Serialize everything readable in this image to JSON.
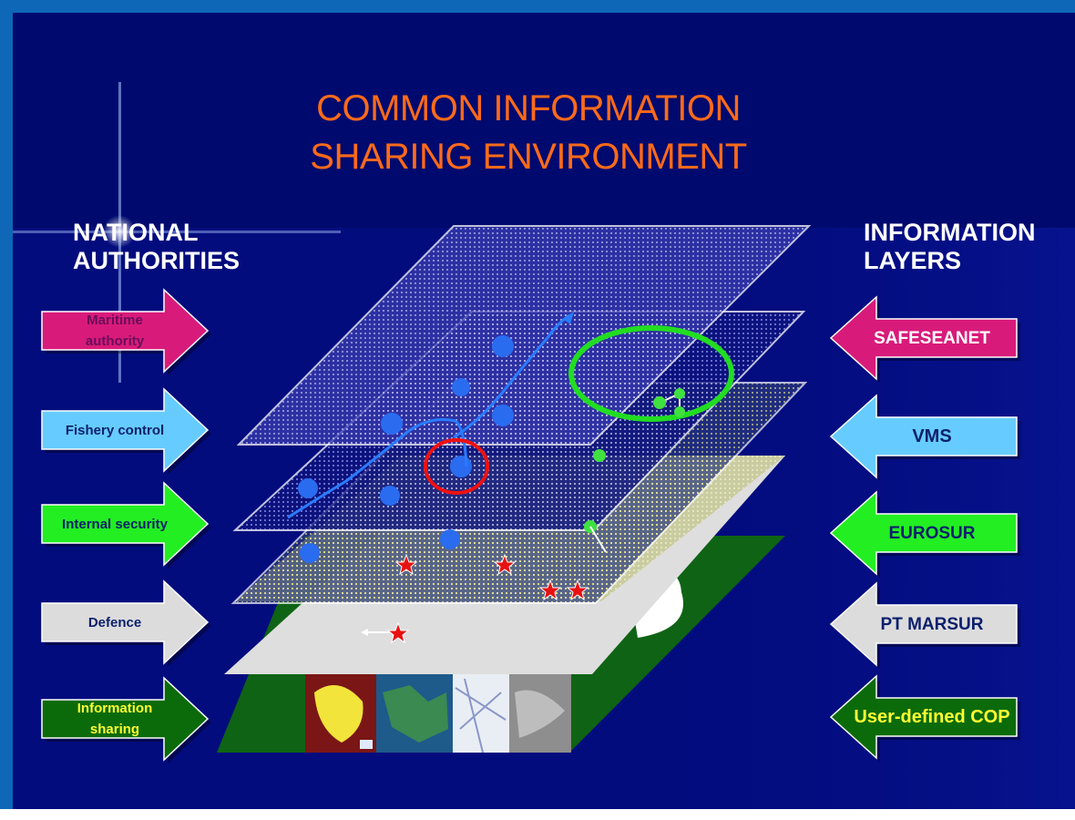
{
  "title_line1": "COMMON INFORMATION",
  "title_line2": "SHARING ENVIRONMENT",
  "left_header_line1": "NATIONAL",
  "left_header_line2": "AUTHORITIES",
  "right_header_line1": "INFORMATION",
  "right_header_line2": "LAYERS",
  "left_arrows": [
    {
      "line1": "Maritime",
      "line2": "authority",
      "fill": "#d81b7a",
      "text_color": "#6b0a5a"
    },
    {
      "line1": "Fishery control",
      "line2": "",
      "fill": "#66ccff",
      "text_color": "#0b1f6b"
    },
    {
      "line1": "Internal security",
      "line2": "",
      "fill": "#22ee22",
      "text_color": "#0b1f6b"
    },
    {
      "line1": "Defence",
      "line2": "",
      "fill": "#dcdcdc",
      "text_color": "#0b1f6b"
    },
    {
      "line1": "Information",
      "line2": "sharing",
      "fill": "#0b6b0b",
      "text_color": "#ffff33"
    }
  ],
  "right_arrows": [
    {
      "label": "SAFESEANET",
      "fill": "#d81b7a",
      "text_color": "#ffffff"
    },
    {
      "label": "VMS",
      "fill": "#66ccff",
      "text_color": "#0b1f6b"
    },
    {
      "label": "EUROSUR",
      "fill": "#22ee22",
      "text_color": "#0b1f6b"
    },
    {
      "label": "PT MARSUR",
      "fill": "#dcdcdc",
      "text_color": "#0b1f6b"
    },
    {
      "label": "User-defined COP",
      "fill": "#0b6b0b",
      "text_color": "#ffff33"
    }
  ],
  "colors": {
    "frame": "#0f67b8",
    "background": "#000a6e",
    "title": "#ff6a1a",
    "highlight_ring_red": "#ee1111",
    "highlight_ring_green": "#22dd22"
  }
}
